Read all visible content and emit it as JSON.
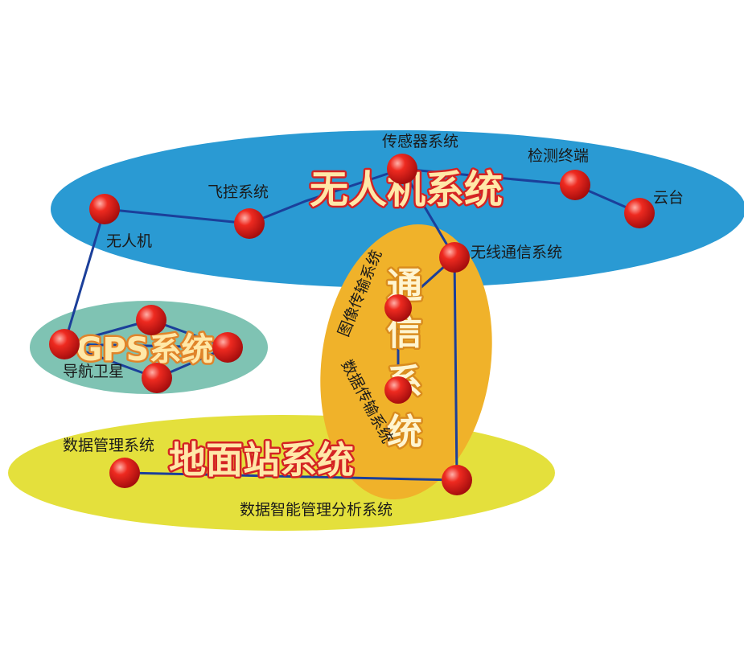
{
  "colors": {
    "uav_region": "#2a9ad3",
    "gps_region": "#7fc3b3",
    "ground_region": "#e4e03c",
    "comm_region": "#f0b22a",
    "link": "#1b3f9a",
    "node": "#e21a1a",
    "big_text_stroke": "#d42323",
    "big_text_fill": "#ffe8a8"
  },
  "regions": {
    "uav": "无人机系统",
    "gps": "GPS系统",
    "ground": "地面站系统",
    "comm": "通信系统"
  },
  "nodes": {
    "uav": "无人机",
    "flight_control": "飞控系统",
    "sensor": "传感器系统",
    "terminal": "检测终端",
    "gimbal": "云台",
    "wireless": "无线通信系统",
    "navigation": "导航卫星",
    "data_mgmt": "数据管理系统",
    "analysis": "数据智能管理分析系统"
  },
  "links": {
    "image_transfer": "图像传输系统",
    "data_transfer": "数据传输系统"
  }
}
